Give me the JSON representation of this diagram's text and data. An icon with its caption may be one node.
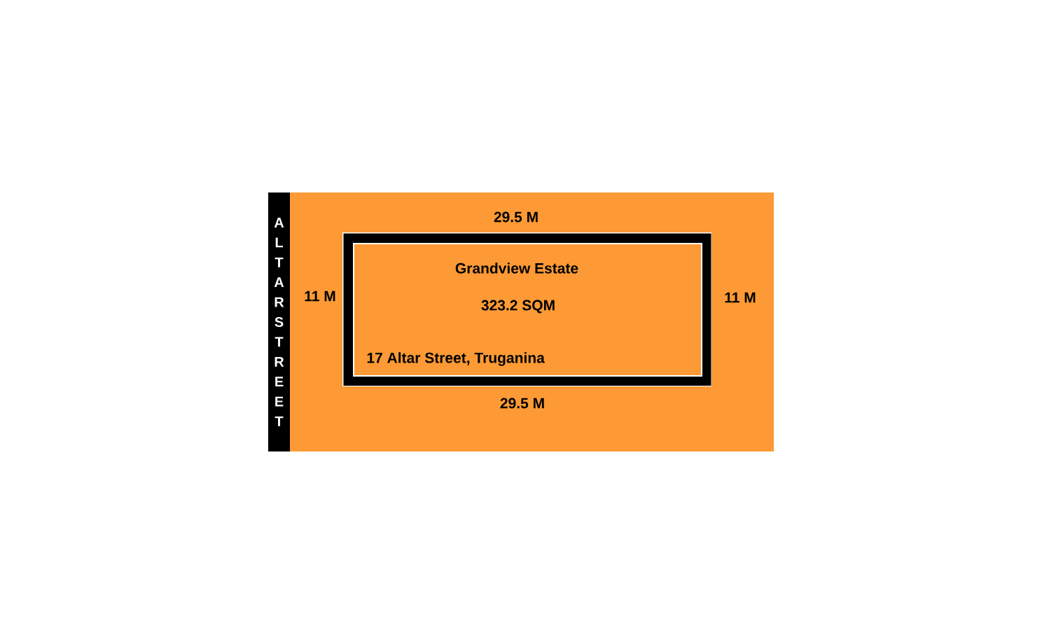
{
  "diagram": {
    "nodes": [
      {
        "text": [
          "ALTAR STREET"
        ]
      },
      {
        "text": [
          "Grandview Estate",
          "323.2 SQM",
          "17 Altar Street, Truganina"
        ],
        "beside": [
          "29.5 M",
          "11 M",
          "11 M",
          "29.5 M"
        ]
      }
    ],
    "edges": []
  }
}
